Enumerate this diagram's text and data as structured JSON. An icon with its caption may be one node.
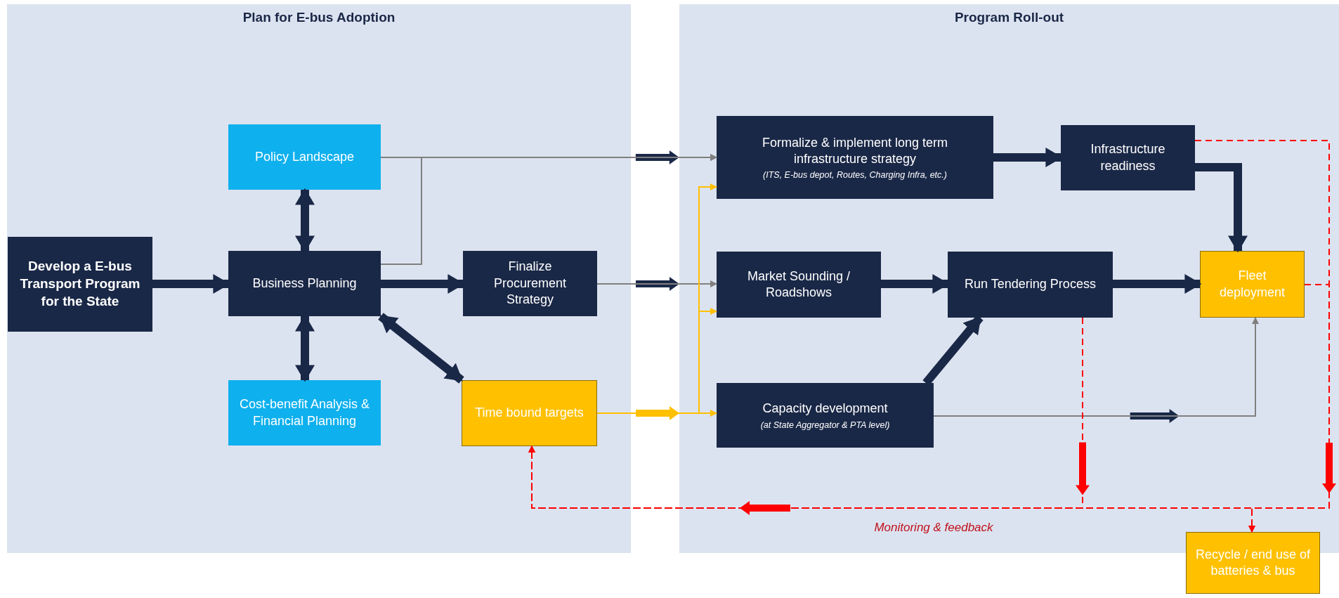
{
  "diagram": {
    "nodes": [
      {
        "text": [
          "Plan for E-bus Adoption"
        ]
      },
      {
        "text": [
          "Program Roll-out"
        ]
      },
      {
        "text": [
          "Develop a E-bus Transport Program for the State"
        ],
        "in": 0
      },
      {
        "text": [
          "Policy Landscape"
        ],
        "in": 0
      },
      {
        "text": [
          "Business Planning"
        ],
        "in": 0
      },
      {
        "text": [
          "Cost-benefit Analysis & Financial Planning"
        ],
        "in": 0
      },
      {
        "text": [
          "Finalize Procurement Strategy"
        ],
        "in": 0
      },
      {
        "text": [
          "Time bound targets"
        ],
        "in": 0
      },
      {
        "text": [
          "Formalize & implement long term infrastructure strategy",
          "(ITS, E-bus depot, Routes, Charging Infra, etc.)"
        ],
        "in": 1
      },
      {
        "text": [
          "Infrastructure readiness"
        ],
        "in": 1
      },
      {
        "text": [
          "Market Sounding / Roadshows"
        ],
        "in": 1
      },
      {
        "text": [
          "Run Tendering Process"
        ],
        "in": 1
      },
      {
        "text": [
          "Fleet deployment"
        ],
        "in": 1
      },
      {
        "text": [
          "Capacity development",
          "(at State Aggregator & PTA level)"
        ],
        "in": 1
      },
      {
        "text": [
          "Recycle / end use of batteries & bus"
        ]
      }
    ],
    "edges": [
      {
        "from": 2,
        "to": 4,
        "arrow": "to",
        "style": "thick"
      },
      {
        "from": 4,
        "to": 3,
        "arrow": "both",
        "style": "thick"
      },
      {
        "from": 4,
        "to": 5,
        "arrow": "both",
        "style": "thick"
      },
      {
        "from": 4,
        "to": 7,
        "arrow": "both",
        "style": "thick"
      },
      {
        "from": 4,
        "to": 6,
        "arrow": "to",
        "style": "thick"
      },
      {
        "from": 3,
        "to": 8,
        "arrow": "to",
        "color": "#7f7f7f"
      },
      {
        "from": 4,
        "to": 8,
        "arrow": "to",
        "color": "#7f7f7f"
      },
      {
        "from": 6,
        "to": 10,
        "arrow": "to",
        "color": "#7f7f7f"
      },
      {
        "from": 7,
        "to": 8,
        "arrow": "to",
        "color": "#ffc000"
      },
      {
        "from": 7,
        "to": 10,
        "arrow": "to",
        "color": "#ffc000"
      },
      {
        "from": 7,
        "to": 13,
        "arrow": "to",
        "color": "#ffc000"
      },
      {
        "from": 8,
        "to": 9,
        "arrow": "to",
        "style": "thick"
      },
      {
        "from": 9,
        "to": 12,
        "arrow": "to",
        "style": "thick"
      },
      {
        "from": 10,
        "to": 11,
        "arrow": "to",
        "style": "thick"
      },
      {
        "from": 13,
        "to": 11,
        "arrow": "to",
        "style": "thick"
      },
      {
        "from": 11,
        "to": 12,
        "arrow": "to",
        "style": "thick"
      },
      {
        "from": 13,
        "to": 12,
        "arrow": "to",
        "color": "#7f7f7f"
      },
      {
        "from": 9,
        "to": 7,
        "arrow": "to",
        "style": "dashed",
        "color": "#ff0000"
      },
      {
        "from": 12,
        "to": 7,
        "arrow": "to",
        "style": "dashed",
        "color": "#ff0000"
      },
      {
        "from": 11,
        "to": 7,
        "arrow": "to",
        "style": "dashed",
        "color": "#ff0000"
      },
      {
        "from": 9,
        "to": 14,
        "arrow": "to",
        "style": "dashed",
        "color": "#ff0000"
      },
      {
        "from": 12,
        "to": 14,
        "arrow": "to",
        "style": "dashed",
        "color": "#ff0000"
      }
    ],
    "labels": [
      "Monitoring & feedback"
    ]
  }
}
